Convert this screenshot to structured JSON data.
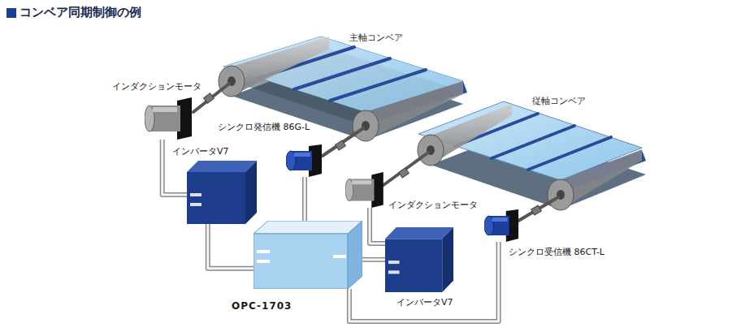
{
  "diagram": {
    "title": "コンベア同期制御の例",
    "nodes": [
      {
        "text": [
          "インダクションモータ"
        ]
      },
      {
        "text": [
          "シンクロ発信機 86G-L"
        ]
      },
      {
        "text": [
          "インバータV7"
        ]
      },
      {
        "text": [
          "OPC-1703"
        ]
      },
      {
        "text": [
          "インダクションモータ"
        ]
      },
      {
        "text": [
          "インバータV7"
        ]
      },
      {
        "text": [
          "シンクロ受信機 86CT-L"
        ]
      }
    ],
    "edges": [
      {
        "from": 0,
        "to": 2,
        "arrow": "none"
      },
      {
        "from": 1,
        "to": 3,
        "arrow": "none"
      },
      {
        "from": 2,
        "to": 3,
        "arrow": "none"
      },
      {
        "from": 3,
        "to": 5,
        "arrow": "none"
      },
      {
        "from": 4,
        "to": 5,
        "arrow": "none"
      },
      {
        "from": 6,
        "to": 3,
        "arrow": "none"
      }
    ],
    "labels": [
      "主軸コンベア",
      "従軸コンベア"
    ]
  }
}
